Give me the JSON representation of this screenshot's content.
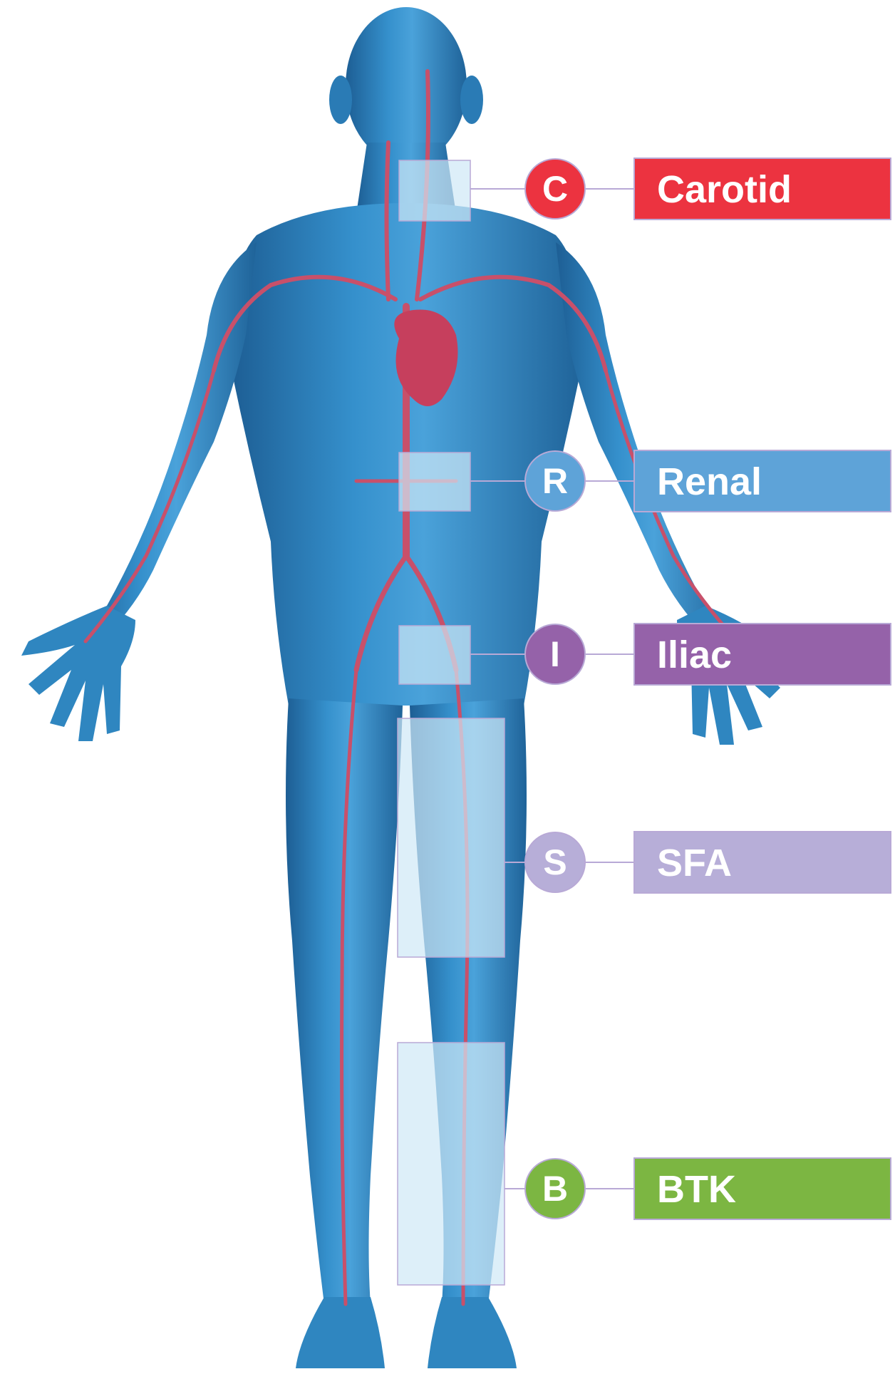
{
  "colors": {
    "background": "#ffffff",
    "skin": "#2f86c0",
    "skin_dark": "#1c5f94",
    "skin_light": "#5aaee0",
    "vessel": "#c8506a",
    "heart": "#c63f5d",
    "highlight": "#cfe8f7",
    "leader": "#b8a9d6"
  },
  "regions": [
    {
      "id": "carotid",
      "letter": "C",
      "label": "Carotid",
      "color": "#ec3340"
    },
    {
      "id": "renal",
      "letter": "R",
      "label": "Renal",
      "color": "#5ea3d8"
    },
    {
      "id": "iliac",
      "letter": "I",
      "label": "Iliac",
      "color": "#9562a9"
    },
    {
      "id": "sfa",
      "letter": "S",
      "label": "SFA",
      "color": "#b7aed8"
    },
    {
      "id": "btk",
      "letter": "B",
      "label": "BTK",
      "color": "#7cb642"
    }
  ]
}
